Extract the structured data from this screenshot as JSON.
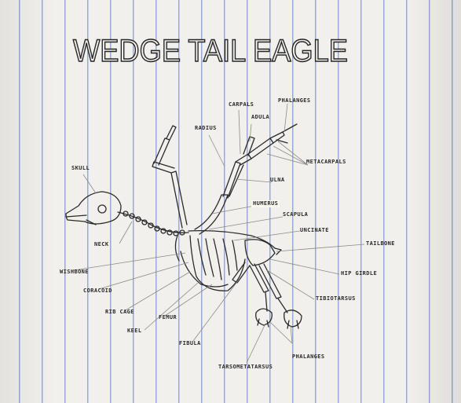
{
  "title": "WEDGE TAIL EAGLE",
  "labels": {
    "carpals": "CARPALS",
    "phalanges_wing": "PHALANGES",
    "radius": "RADIUS",
    "alula": "ADULA",
    "metacarpals": "METACARPALS",
    "skull": "SKULL",
    "ulna": "ULNA",
    "humerus": "HUMERUS",
    "scapula": "SCAPULA",
    "uncinate": "UNCINATE",
    "neck": "NECK",
    "tailbone": "TAILBONE",
    "wishbone": "WISHBONE",
    "hip_girdle": "HIP GIRDLE",
    "coracoid": "CORACOID",
    "tibiotarsus": "TIBIOTARSUS",
    "rib_cage": "RIB CAGE",
    "femur": "FEMUR",
    "keel": "KEEL",
    "fibula": "FIBULA",
    "phalanges_foot": "PHALANGES",
    "tarsometatarsus": "TARSOMETATARSUS"
  },
  "colors": {
    "ink": "#2a2a2a",
    "rule": "#9aa8d6",
    "paper": "#f1f0ec"
  }
}
